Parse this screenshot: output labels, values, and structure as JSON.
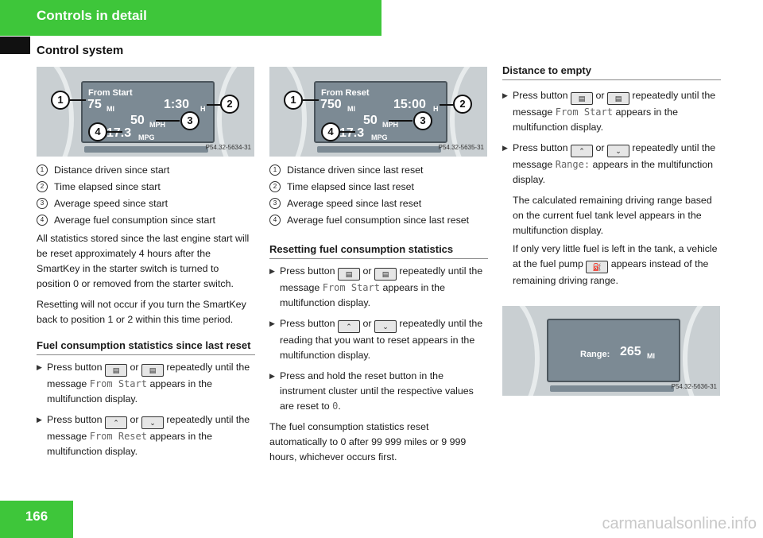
{
  "header": {
    "section": "Controls in detail",
    "subsection": "Control system"
  },
  "page_number": "166",
  "watermark": "carmanualsonline.info",
  "col1": {
    "figure": {
      "title": "From Start",
      "distance": "75",
      "distance_unit": "MI",
      "time": "1:30",
      "time_unit": "H",
      "speed": "50",
      "speed_unit": "MPH",
      "consumption": "17.3",
      "consumption_unit": "MPG",
      "code": "P54.32-5634-31",
      "callouts": [
        "1",
        "2",
        "3",
        "4"
      ]
    },
    "legend": [
      {
        "num": "1",
        "text": "Distance driven since start"
      },
      {
        "num": "2",
        "text": "Time elapsed since start"
      },
      {
        "num": "3",
        "text": "Average speed since start"
      },
      {
        "num": "4",
        "text": "Average fuel consumption since start"
      }
    ],
    "para1": "All statistics stored since the last engine start will be reset approximately 4 hours after the SmartKey in the starter switch is turned to position 0 or removed from the starter switch.",
    "para2": "Resetting will not occur if you turn the SmartKey back to position 1 or 2 within this time period.",
    "heading": "Fuel consumption statistics since last reset",
    "step1": {
      "pre": "Press button",
      "or": "or",
      "post": "repeatedly until the message",
      "mono": "From Start",
      "end": "appears in the multifunction display."
    },
    "step2": {
      "pre": "Press button",
      "or": "or",
      "post": "repeatedly until the message",
      "mono": "From Reset",
      "end": "appears in the multifunction display."
    }
  },
  "col2": {
    "figure": {
      "title": "From Reset",
      "distance": "750",
      "distance_unit": "MI",
      "time": "15:00",
      "time_unit": "H",
      "speed": "50",
      "speed_unit": "MPH",
      "consumption": "17.3",
      "consumption_unit": "MPG",
      "code": "P54.32-5635-31",
      "callouts": [
        "1",
        "2",
        "3",
        "4"
      ]
    },
    "legend": [
      {
        "num": "1",
        "text": "Distance driven since last reset"
      },
      {
        "num": "2",
        "text": "Time elapsed since last reset"
      },
      {
        "num": "3",
        "text": "Average speed since last reset"
      },
      {
        "num": "4",
        "text": "Average fuel consumption since last reset"
      }
    ],
    "heading": "Resetting fuel consumption statistics",
    "step1": {
      "pre": "Press button",
      "or": "or",
      "post": "repeatedly until the message",
      "mono": "From Start",
      "end": "appears in the multifunction display."
    },
    "step2": {
      "pre": "Press button",
      "or": "or",
      "post": "repeatedly until the reading that you want to reset appears in the multifunction display."
    },
    "step3": {
      "text": "Press and hold the reset button in the instrument cluster until the respective values are reset to",
      "mono": "0",
      "end": "."
    },
    "para": "The fuel consumption statistics reset automatically to 0 after 99 999 miles or 9 999 hours, whichever occurs first."
  },
  "col3": {
    "heading": "Distance to empty",
    "step1": {
      "pre": "Press button",
      "or": "or",
      "post": "repeatedly until the message",
      "mono": "From Start",
      "end": "appears in the multifunction display."
    },
    "step2": {
      "pre": "Press button",
      "or": "or",
      "post": "repeatedly until the message",
      "mono": "Range:",
      "end": "appears in the multifunction display."
    },
    "note1": "The calculated remaining driving range based on the current fuel tank level appears in the multifunction display.",
    "note2_pre": "If only very little fuel is left in the tank, a vehicle at the fuel pump",
    "note2_post": "appears instead of the remaining driving range.",
    "figure": {
      "label": "Range:",
      "value": "265",
      "unit": "MI",
      "code": "P54.32-5636-31"
    }
  }
}
